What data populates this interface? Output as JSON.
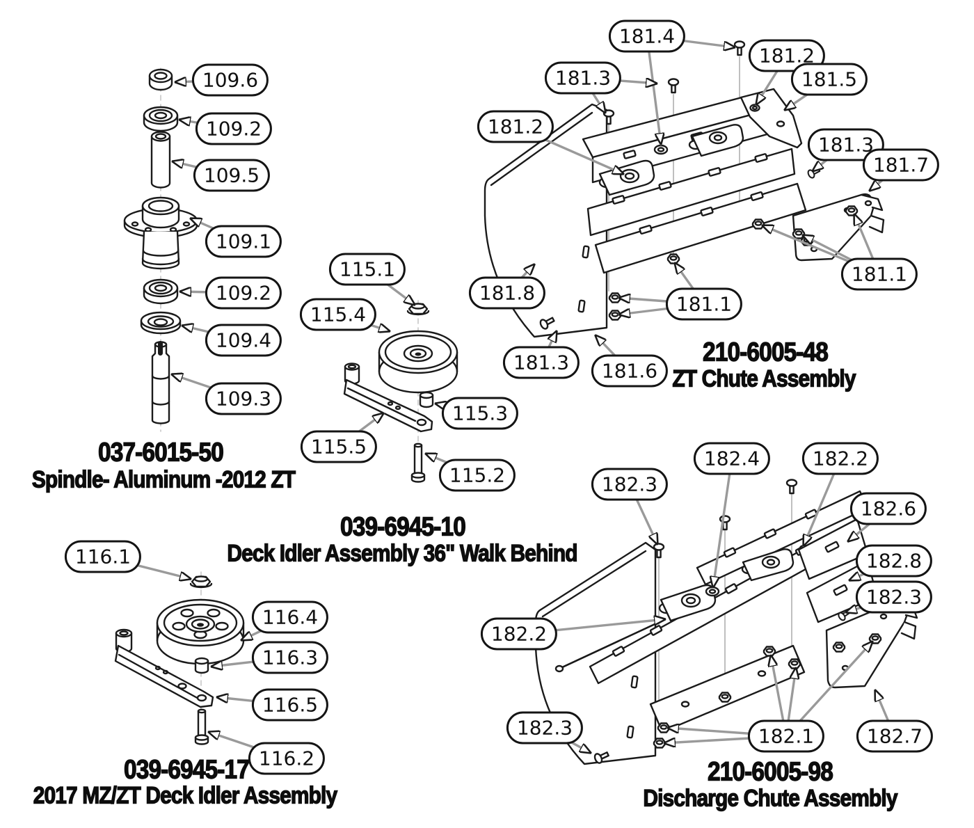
{
  "page": {
    "background": "#ffffff",
    "ink_color": "#1a1a1a",
    "leader_color": "#9a9a9a"
  },
  "assemblies": [
    {
      "id": "spindle",
      "part_number": "037-6015-50",
      "title": "Spindle- Aluminum -2012 ZT",
      "callouts": [
        "109.6",
        "109.2",
        "109.5",
        "109.1",
        "109.2",
        "109.4",
        "109.3"
      ]
    },
    {
      "id": "deck-idler-36",
      "part_number": "039-6945-10",
      "title": "Deck Idler Assembly 36\" Walk Behind",
      "callouts": [
        "115.1",
        "115.4",
        "115.3",
        "115.5",
        "115.2"
      ]
    },
    {
      "id": "zt-chute",
      "part_number": "210-6005-48",
      "title": "ZT Chute Assembly",
      "callouts": [
        "181.4",
        "181.2",
        "181.3",
        "181.5",
        "181.2",
        "181.3",
        "181.7",
        "181.8",
        "181.1",
        "181.1",
        "181.3",
        "181.6"
      ]
    },
    {
      "id": "deck-idler-2017",
      "part_number": "039-6945-17",
      "title": "2017 MZ/ZT Deck Idler Assembly",
      "callouts": [
        "116.1",
        "116.4",
        "116.3",
        "116.5",
        "116.2"
      ]
    },
    {
      "id": "discharge-chute",
      "part_number": "210-6005-98",
      "title": "Discharge Chute Assembly",
      "callouts": [
        "182.3",
        "182.4",
        "182.2",
        "182.6",
        "182.8",
        "182.3",
        "182.2",
        "182.3",
        "182.1",
        "182.7"
      ]
    }
  ]
}
